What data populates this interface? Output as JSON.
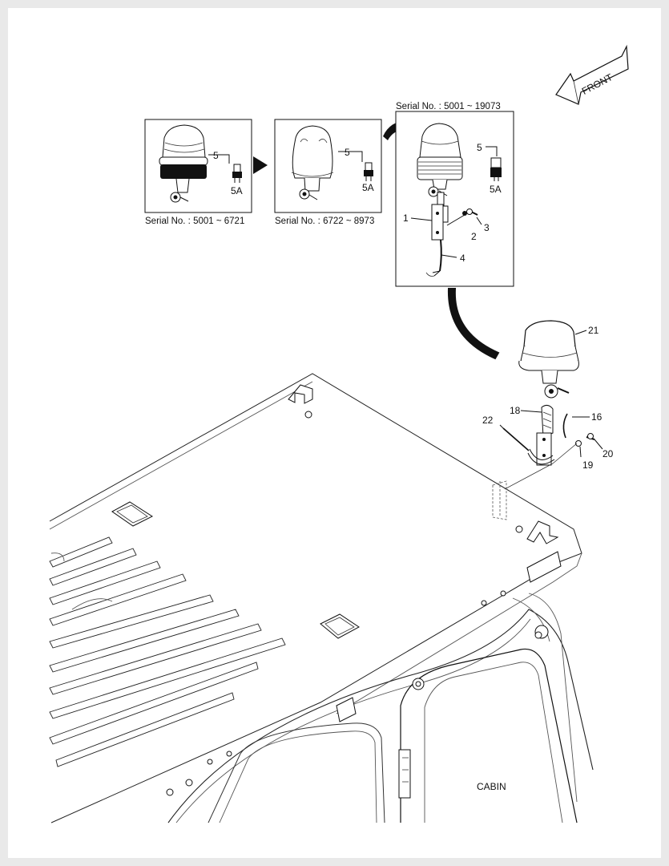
{
  "front_label": "FRONT",
  "cabin_label": "CABIN",
  "insets": {
    "a": {
      "serial": "Serial No. : 5001 ~ 6721",
      "part": "5",
      "sub": "5A"
    },
    "b": {
      "serial": "Serial No. : 6722 ~ 8973",
      "part": "5",
      "sub": "5A"
    },
    "c": {
      "serial": "Serial No. : 5001 ~ 19073",
      "part": "5",
      "sub": "5A",
      "callouts": [
        "1",
        "2",
        "3",
        "4"
      ]
    }
  },
  "callouts": {
    "beacon": "21",
    "bracket": "18",
    "clip": "16",
    "strap": "22",
    "washer": "19",
    "bolt": "20"
  }
}
